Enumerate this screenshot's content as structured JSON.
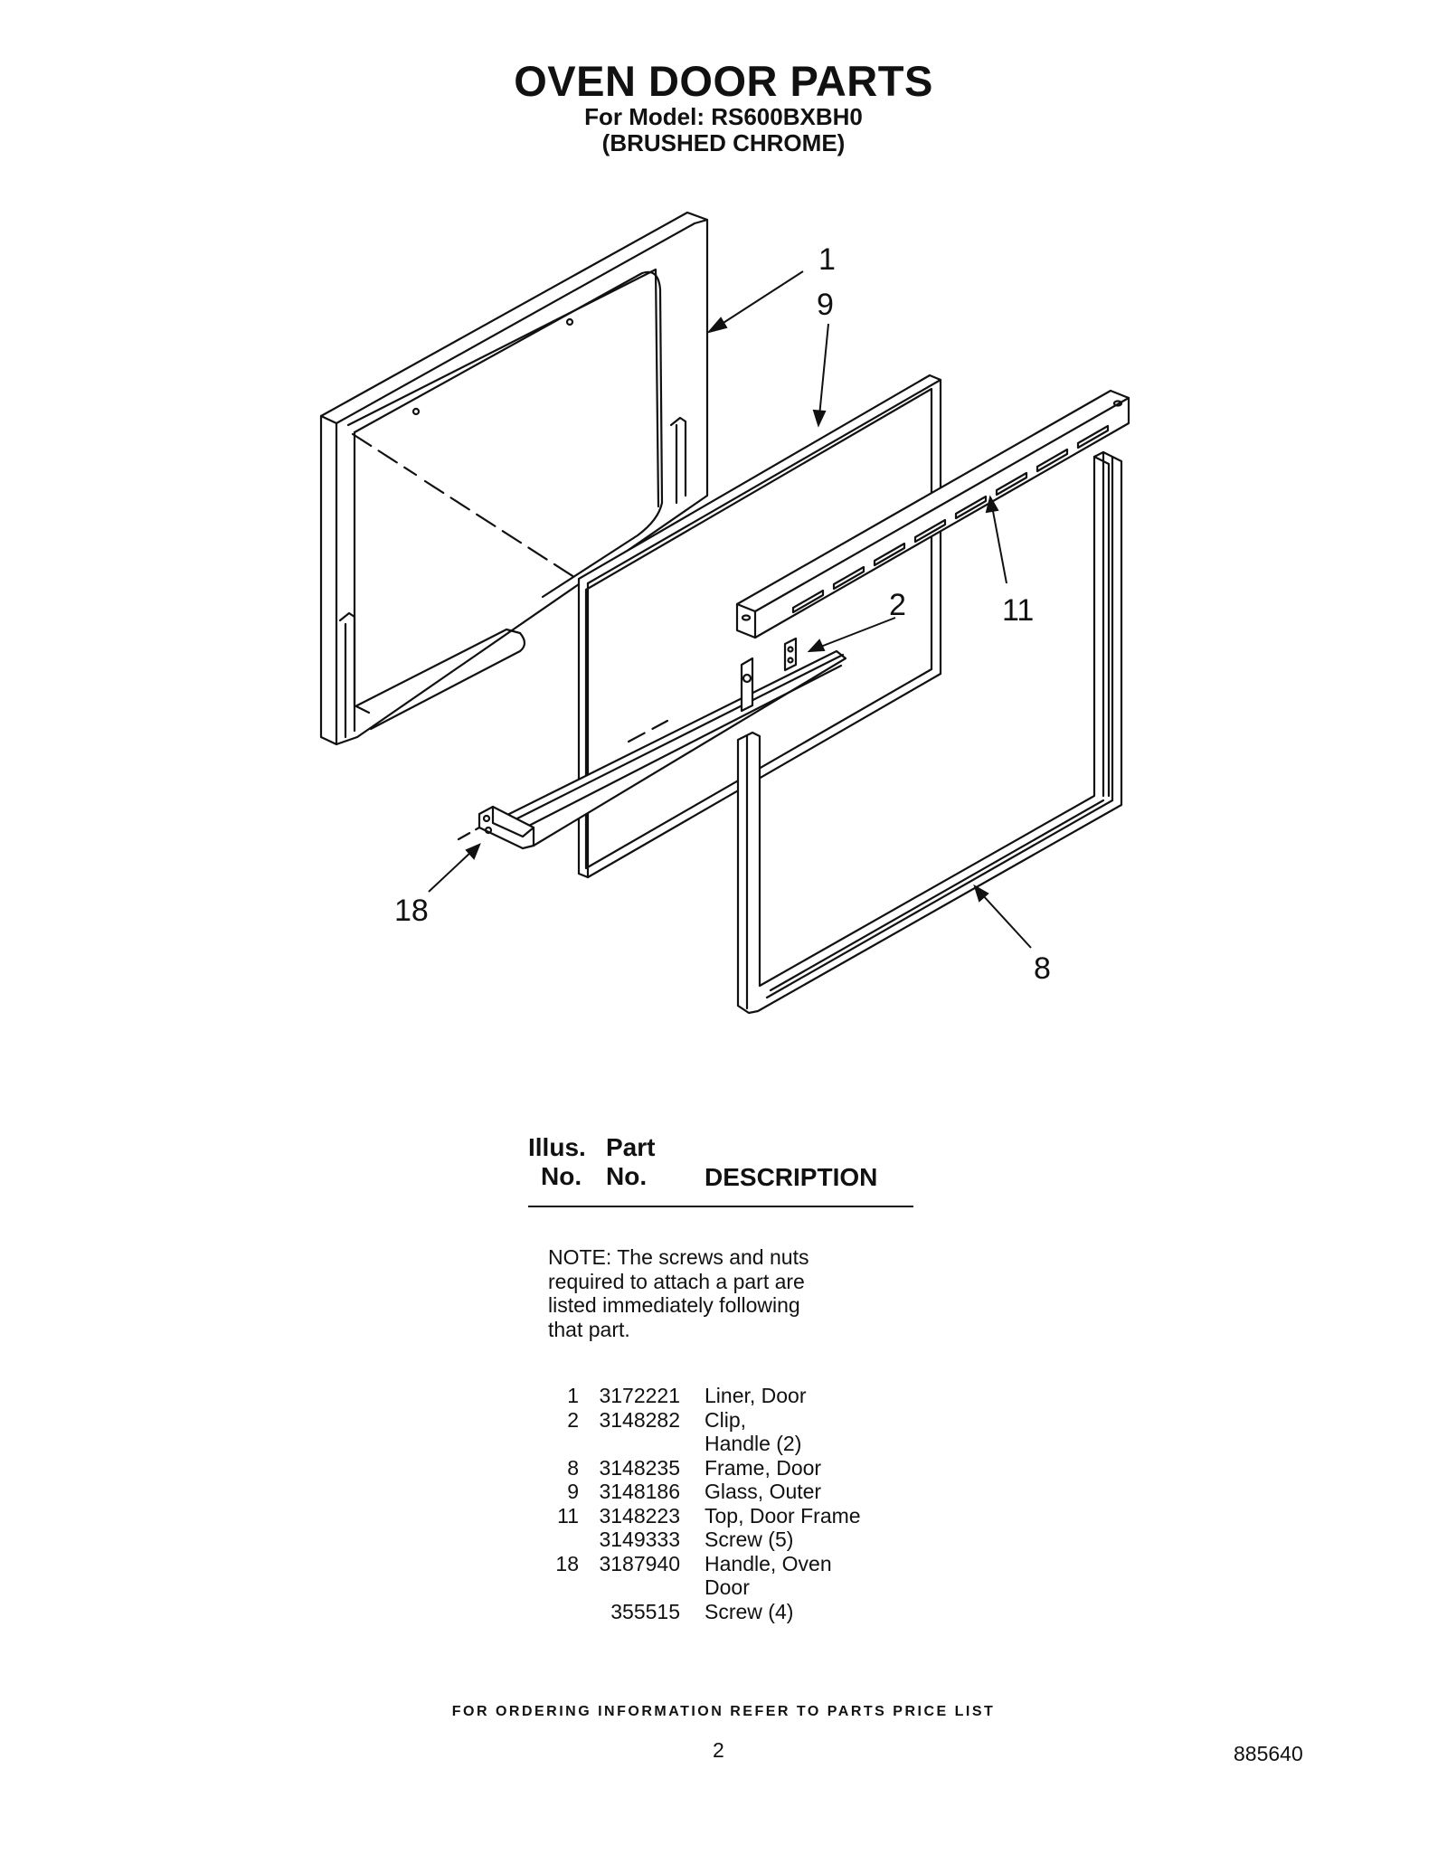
{
  "header": {
    "title": "OVEN DOOR PARTS",
    "model": "For Model: RS600BXBH0",
    "finish": "(BRUSHED CHROME)"
  },
  "diagram": {
    "callouts": [
      "1",
      "9",
      "2",
      "11",
      "18",
      "8"
    ]
  },
  "table": {
    "col1_line1": "Illus.",
    "col1_line2": "No.",
    "col2_line1": "Part",
    "col2_line2": "No.",
    "col3": "DESCRIPTION"
  },
  "note": {
    "lines": [
      "NOTE: The screws and nuts",
      "required to attach a part are",
      "listed immediately following",
      "that part."
    ]
  },
  "parts": [
    {
      "illus": "1",
      "part": "3172221",
      "desc": "Liner, Door"
    },
    {
      "illus": "2",
      "part": "3148282",
      "desc": "Clip,"
    },
    {
      "illus": "",
      "part": "",
      "desc": "Handle (2)"
    },
    {
      "illus": "8",
      "part": "3148235",
      "desc": "Frame, Door"
    },
    {
      "illus": "9",
      "part": "3148186",
      "desc": "Glass, Outer"
    },
    {
      "illus": "11",
      "part": "3148223",
      "desc": "Top, Door Frame"
    },
    {
      "illus": "",
      "part": "3149333",
      "desc": "Screw (5)"
    },
    {
      "illus": "18",
      "part": "3187940",
      "desc": "Handle, Oven"
    },
    {
      "illus": "",
      "part": "",
      "desc": "Door"
    },
    {
      "illus": "",
      "part": "355515",
      "desc": "Screw (4)"
    }
  ],
  "footer": {
    "ordering": "FOR ORDERING INFORMATION REFER TO PARTS PRICE LIST",
    "page": "2",
    "doc_number": "885640"
  }
}
